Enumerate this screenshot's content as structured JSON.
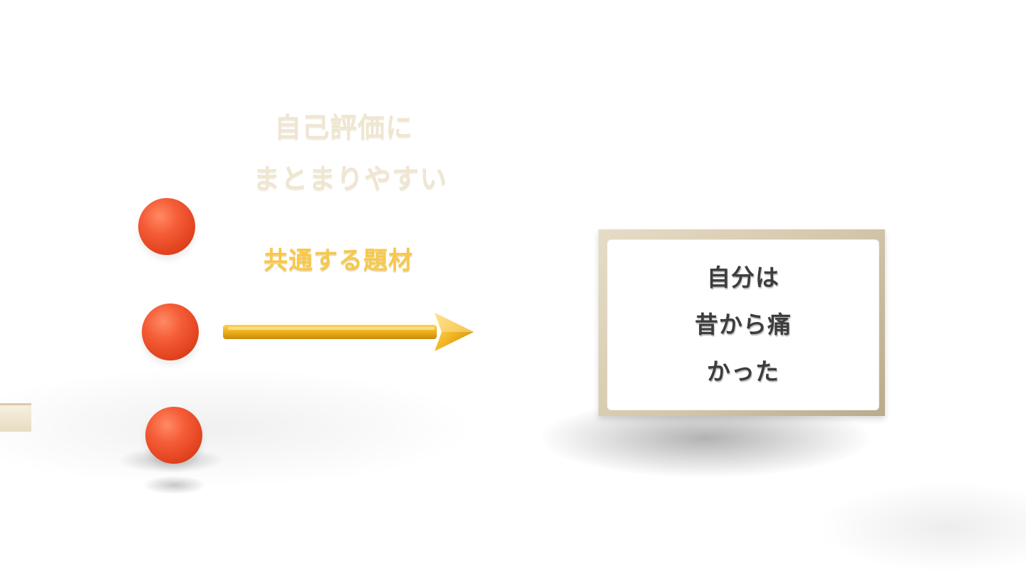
{
  "captions": {
    "faded_line1": "自己評価に",
    "faded_line2": "まとまりやすい",
    "active": "共通する題材"
  },
  "card": {
    "lines": [
      "自分は",
      "昔から痛",
      "かった"
    ]
  },
  "colors": {
    "sphere": "#f45c37",
    "arrow": "#f2b21e",
    "card_frame": "#d3c6aa",
    "active_caption": "#f7c84a",
    "faded_caption": "#efe6d2"
  }
}
